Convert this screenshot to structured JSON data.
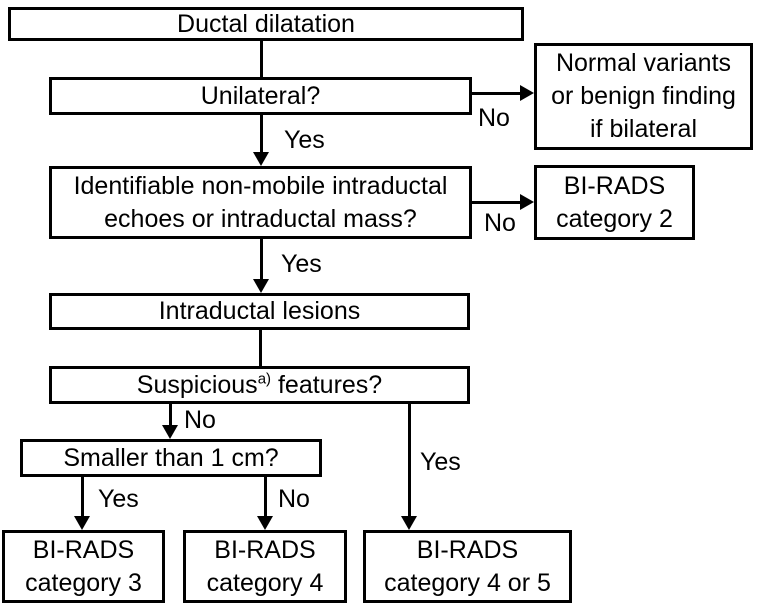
{
  "diagram": {
    "background_color": "#ffffff",
    "line_color": "#000000",
    "nodes": {
      "ductal_dilatation": {
        "label": "Ductal dilatation"
      },
      "unilateral": {
        "label": "Unilateral?"
      },
      "normal_variants": {
        "line1": "Normal variants",
        "line2": "or benign finding",
        "line3": "if bilateral"
      },
      "identifiable": {
        "line1": "Identifiable non-mobile intraductal",
        "line2": "echoes or intraductal mass?"
      },
      "birads_2": {
        "line1": "BI-RADS",
        "line2": "category 2"
      },
      "intraductal_lesions": {
        "label": "Intraductal lesions"
      },
      "suspicious_features": {
        "text_before": "Suspicious",
        "superscript": "a)",
        "text_after": " features?"
      },
      "smaller_than_1cm": {
        "label": "Smaller than 1 cm?"
      },
      "birads_3": {
        "line1": "BI-RADS",
        "line2": "category 3"
      },
      "birads_4": {
        "line1": "BI-RADS",
        "line2": "category 4"
      },
      "birads_4_or_5": {
        "line1": "BI-RADS",
        "line2": "category 4 or 5"
      }
    },
    "edge_labels": {
      "unilateral_no": "No",
      "unilateral_yes": "Yes",
      "identifiable_no": "No",
      "identifiable_yes": "Yes",
      "suspicious_no": "No",
      "suspicious_yes": "Yes",
      "smaller_yes": "Yes",
      "smaller_no": "No"
    }
  }
}
